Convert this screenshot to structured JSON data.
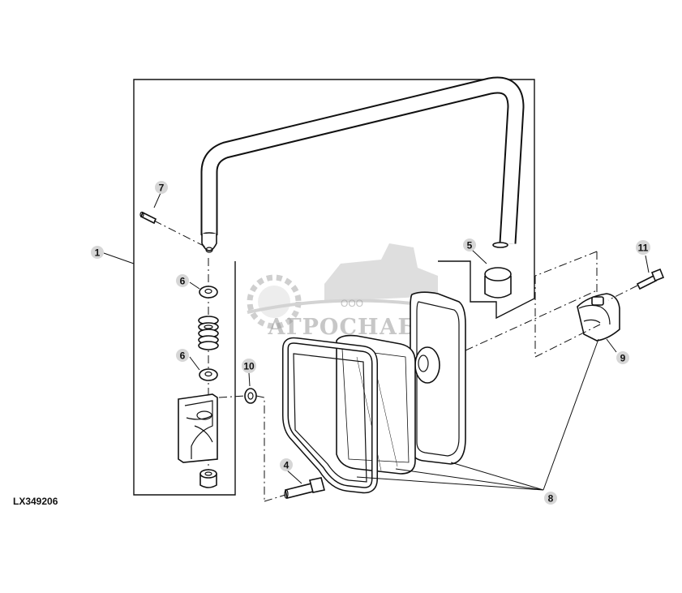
{
  "figure_id": "LX349206",
  "watermark": {
    "company_prefix": "ООО",
    "company_name": "АГРОСНАБ"
  },
  "callouts": [
    {
      "id": "c1",
      "label": "1"
    },
    {
      "id": "c4",
      "label": "4"
    },
    {
      "id": "c5",
      "label": "5"
    },
    {
      "id": "c6a",
      "label": "6"
    },
    {
      "id": "c6b",
      "label": "6"
    },
    {
      "id": "c7",
      "label": "7"
    },
    {
      "id": "c8",
      "label": "8"
    },
    {
      "id": "c9",
      "label": "9"
    },
    {
      "id": "c10",
      "label": "10"
    },
    {
      "id": "c11",
      "label": "11"
    }
  ],
  "colors": {
    "line": "#111111",
    "callout_bg": "#d6d6d6",
    "watermark": "#9a9a9a"
  }
}
